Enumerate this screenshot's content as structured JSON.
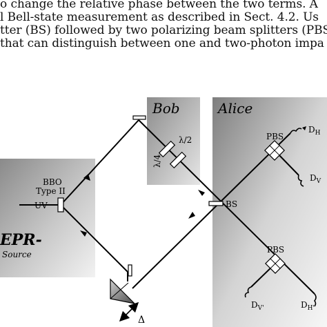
{
  "paper": {
    "lines": [
      "o change the relative phase between the two terms.  A",
      "l Bell-state measurement as described in Sect. 4.2. Us",
      "tter (BS) followed by two polarizing beam splitters (PBS",
      "that can distinguish between one and two-photon impa"
    ]
  },
  "figure": {
    "bob_label": "Bob",
    "alice_label": "Alice",
    "epr_label": "EPR-",
    "source_label": "Source",
    "bbo_label": "BBO",
    "type2_label": "Type II",
    "uv_label": "UV",
    "half_wave_label": "λ/2",
    "quarter_wave_label": "λ/4",
    "bs_label": "BS",
    "pbs_top_label": "PBS",
    "pbs_bottom_label": "PBS",
    "dh_label": "D",
    "dh_sub": "H",
    "dv_label": "D",
    "dv_sub": "V",
    "dvp_label": "D",
    "dvp_sub": "V'",
    "dhp_label": "D",
    "dhp_sub": "H'",
    "delta_label": "Δ"
  },
  "colors": {
    "panel_dark": "#7a7a7a",
    "panel_light": "#f4f4f4",
    "beam": "#000000"
  }
}
